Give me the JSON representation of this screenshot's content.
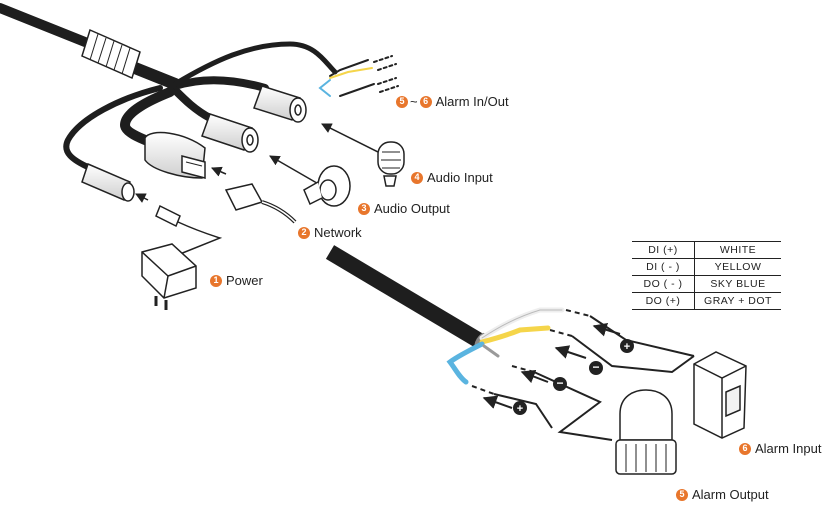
{
  "labels": {
    "power": {
      "num": "1",
      "text": "Power"
    },
    "network": {
      "num": "2",
      "text": "Network"
    },
    "audio_output": {
      "num": "3",
      "text": "Audio Output"
    },
    "audio_input": {
      "num": "4",
      "text": "Audio Input"
    },
    "alarm_inout": {
      "num_a": "5",
      "sep": "~",
      "num_b": "6",
      "text": "Alarm In/Out"
    },
    "alarm_input": {
      "num": "6",
      "text": "Alarm Input"
    },
    "alarm_output": {
      "num": "5",
      "text": "Alarm Output"
    }
  },
  "wire_table": [
    {
      "signal": "DI (+)",
      "color": "WHITE"
    },
    {
      "signal": "DI ( - )",
      "color": "YELLOW"
    },
    {
      "signal": "DO ( - )",
      "color": "SKY BLUE"
    },
    {
      "signal": "DO (+)",
      "color": "GRAY + DOT"
    }
  ],
  "wire_colors": {
    "white": "#f2f2f2",
    "yellow": "#f5d54a",
    "sky_blue": "#5ab4e0",
    "gray": "#9a9a9a",
    "cable": "#1e1e1e"
  },
  "accent": "#e8762c"
}
